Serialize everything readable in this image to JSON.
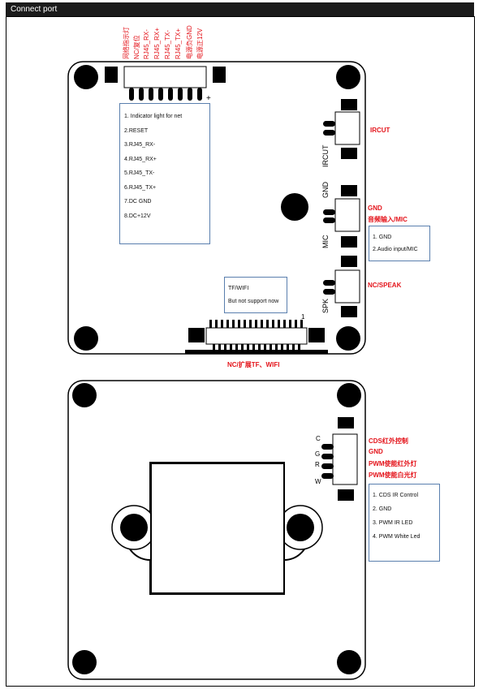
{
  "header": {
    "title": "Connect port"
  },
  "top_board": {
    "pin_labels": [
      "网络指示灯",
      "NC/复位",
      "RJ45_RX-",
      "RJ45_RX+",
      "RJ45_TX-",
      "RJ45_TX+",
      "电源负GND",
      "电源正12V"
    ],
    "pin_list": [
      "1. Indicator light for net",
      "2.RESET",
      "3.RJ45_RX-",
      "4.RJ45_RX+",
      "5.RJ45_TX-",
      "6.RJ45_TX+",
      "7.DC GND",
      "8.DC+12V"
    ],
    "plus_mark": "+",
    "ircut_side_label": "IRCUT",
    "ircut_red_label": "IRCUT",
    "gnd_side_label": "GND",
    "mic_side_label": "MIC",
    "gnd_red_label": "GND",
    "mic_red_label": "音频输入/MIC",
    "mic_box": [
      "1. GND",
      "2.Audio input/MIC"
    ],
    "spk_side_label": "SPK",
    "spk_red_label": "NC/SPEAK",
    "tf_box": [
      "TF/WIFI",
      "But not support  now"
    ],
    "connector_pin1": "1",
    "bottom_red_label": "NC/扩展TF、WIFI"
  },
  "bottom_board": {
    "pin_letters": [
      "C",
      "G",
      "R",
      "W"
    ],
    "red_labels": [
      "CDS红外控制",
      "GND",
      "PWM使能红外灯",
      "PWM使能白光灯"
    ],
    "legend": [
      "1.     CDS IR Control",
      "2.     GND",
      "3.     PWM IR LED",
      "4.     PWM White Led"
    ]
  },
  "colors": {
    "accent_red": "#e4141b",
    "box_border": "#5a7fae",
    "header_bg": "#1b1b1b"
  }
}
